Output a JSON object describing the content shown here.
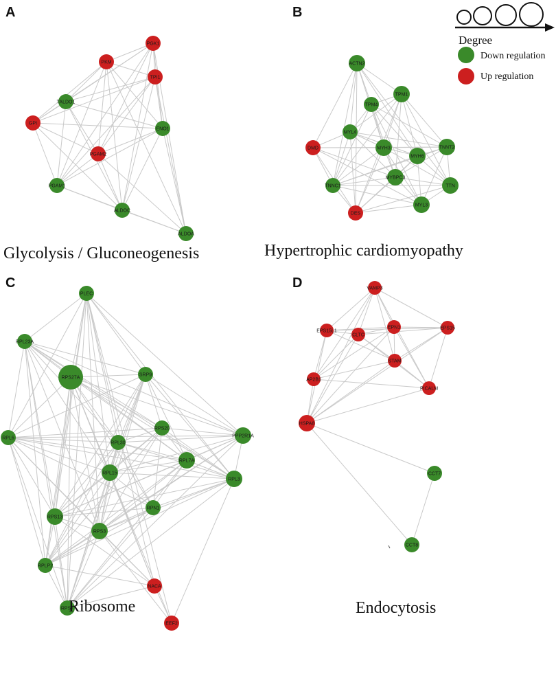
{
  "colors": {
    "down": "#3a8a2a",
    "up": "#cc1f1f",
    "edge": "#c9c9c9",
    "legend_outline": "#111111"
  },
  "legend": {
    "degree_label": "Degree",
    "down_label": "Down regulation",
    "up_label": "Up regulation"
  },
  "panels": [
    {
      "id": "A",
      "letter": "A",
      "title": "Glycolysis / Gluconeogenesis",
      "nodes": [
        {
          "name": "PGK1",
          "reg": "up"
        },
        {
          "name": "PKM",
          "reg": "up"
        },
        {
          "name": "TPI1",
          "reg": "up"
        },
        {
          "name": "TALDO1",
          "reg": "down"
        },
        {
          "name": "GPI",
          "reg": "up"
        },
        {
          "name": "ENO1",
          "reg": "down"
        },
        {
          "name": "PGAM2",
          "reg": "up"
        },
        {
          "name": "PGAM1",
          "reg": "down"
        },
        {
          "name": "ALDOC",
          "reg": "down"
        },
        {
          "name": "ALDOA",
          "reg": "down"
        }
      ],
      "edges": [
        [
          "PGK1",
          "PKM"
        ],
        [
          "PGK1",
          "TPI1"
        ],
        [
          "PGK1",
          "TALDO1"
        ],
        [
          "PGK1",
          "GPI"
        ],
        [
          "PGK1",
          "ENO1"
        ],
        [
          "PGK1",
          "PGAM2"
        ],
        [
          "PGK1",
          "PGAM1"
        ],
        [
          "PGK1",
          "ALDOC"
        ],
        [
          "PGK1",
          "ALDOA"
        ],
        [
          "PKM",
          "TPI1"
        ],
        [
          "PKM",
          "TALDO1"
        ],
        [
          "PKM",
          "GPI"
        ],
        [
          "PKM",
          "ENO1"
        ],
        [
          "PKM",
          "PGAM2"
        ],
        [
          "PKM",
          "PGAM1"
        ],
        [
          "PKM",
          "ALDOC"
        ],
        [
          "PKM",
          "ALDOA"
        ],
        [
          "TPI1",
          "TALDO1"
        ],
        [
          "TPI1",
          "GPI"
        ],
        [
          "TPI1",
          "ENO1"
        ],
        [
          "TPI1",
          "PGAM2"
        ],
        [
          "TPI1",
          "PGAM1"
        ],
        [
          "TPI1",
          "ALDOC"
        ],
        [
          "TPI1",
          "ALDOA"
        ],
        [
          "TALDO1",
          "GPI"
        ],
        [
          "TALDO1",
          "ENO1"
        ],
        [
          "TALDO1",
          "PGAM2"
        ],
        [
          "TALDO1",
          "PGAM1"
        ],
        [
          "TALDO1",
          "ALDOC"
        ],
        [
          "GPI",
          "ENO1"
        ],
        [
          "GPI",
          "PGAM2"
        ],
        [
          "GPI",
          "PGAM1"
        ],
        [
          "GPI",
          "ALDOC"
        ],
        [
          "ENO1",
          "PGAM2"
        ],
        [
          "ENO1",
          "PGAM1"
        ],
        [
          "ENO1",
          "ALDOC"
        ],
        [
          "ENO1",
          "ALDOA"
        ],
        [
          "PGAM2",
          "PGAM1"
        ],
        [
          "PGAM2",
          "ALDOC"
        ],
        [
          "PGAM2",
          "ALDOA"
        ],
        [
          "PGAM1",
          "ALDOC"
        ],
        [
          "PGAM1",
          "ALDOA"
        ],
        [
          "ALDOC",
          "ALDOA"
        ]
      ]
    },
    {
      "id": "B",
      "letter": "B",
      "title": "Hypertrophic cardiomyopathy",
      "nodes": [
        {
          "name": "ACTN2",
          "reg": "down"
        },
        {
          "name": "TPM1",
          "reg": "down"
        },
        {
          "name": "TPM4",
          "reg": "down"
        },
        {
          "name": "MYL4",
          "reg": "down"
        },
        {
          "name": "DMD",
          "reg": "up"
        },
        {
          "name": "MYH3",
          "reg": "down"
        },
        {
          "name": "MYH6",
          "reg": "down"
        },
        {
          "name": "TNNT2",
          "reg": "down"
        },
        {
          "name": "MYBPC3",
          "reg": "down"
        },
        {
          "name": "TNNC1",
          "reg": "down"
        },
        {
          "name": "TTN",
          "reg": "down"
        },
        {
          "name": "DES",
          "reg": "up"
        },
        {
          "name": "MYL3",
          "reg": "down"
        }
      ],
      "edges": [
        [
          "ACTN2",
          "TPM4"
        ],
        [
          "ACTN2",
          "MYL4"
        ],
        [
          "ACTN2",
          "DMD"
        ],
        [
          "ACTN2",
          "MYH3"
        ],
        [
          "ACTN2",
          "MYH6"
        ],
        [
          "ACTN2",
          "TNNC1"
        ],
        [
          "ACTN2",
          "DES"
        ],
        [
          "ACTN2",
          "TTN"
        ],
        [
          "ACTN2",
          "TPM1"
        ],
        [
          "TPM1",
          "TPM4"
        ],
        [
          "TPM1",
          "MYL4"
        ],
        [
          "TPM1",
          "MYH3"
        ],
        [
          "TPM1",
          "MYH6"
        ],
        [
          "TPM1",
          "TNNT2"
        ],
        [
          "TPM1",
          "MYBPC3"
        ],
        [
          "TPM1",
          "TNNC1"
        ],
        [
          "TPM1",
          "TTN"
        ],
        [
          "TPM1",
          "DES"
        ],
        [
          "TPM4",
          "MYL4"
        ],
        [
          "TPM4",
          "MYH3"
        ],
        [
          "TPM4",
          "MYH6"
        ],
        [
          "TPM4",
          "TNNT2"
        ],
        [
          "TPM4",
          "MYBPC3"
        ],
        [
          "TPM4",
          "TNNC1"
        ],
        [
          "TPM4",
          "MYL3"
        ],
        [
          "MYL4",
          "DMD"
        ],
        [
          "MYL4",
          "MYH3"
        ],
        [
          "MYL4",
          "MYH6"
        ],
        [
          "MYL4",
          "TNNT2"
        ],
        [
          "MYL4",
          "MYBPC3"
        ],
        [
          "MYL4",
          "TNNC1"
        ],
        [
          "MYL4",
          "DES"
        ],
        [
          "DMD",
          "MYH3"
        ],
        [
          "DMD",
          "TNNC1"
        ],
        [
          "DMD",
          "DES"
        ],
        [
          "DMD",
          "MYBPC3"
        ],
        [
          "DMD",
          "TNNT2"
        ],
        [
          "DMD",
          "MYL3"
        ],
        [
          "MYH3",
          "MYH6"
        ],
        [
          "MYH3",
          "TNNT2"
        ],
        [
          "MYH3",
          "MYBPC3"
        ],
        [
          "MYH3",
          "TNNC1"
        ],
        [
          "MYH3",
          "TTN"
        ],
        [
          "MYH3",
          "DES"
        ],
        [
          "MYH3",
          "MYL3"
        ],
        [
          "MYH6",
          "TNNT2"
        ],
        [
          "MYH6",
          "MYBPC3"
        ],
        [
          "MYH6",
          "TNNC1"
        ],
        [
          "MYH6",
          "TTN"
        ],
        [
          "MYH6",
          "MYL3"
        ],
        [
          "MYH6",
          "DES"
        ],
        [
          "TNNT2",
          "MYBPC3"
        ],
        [
          "TNNT2",
          "TTN"
        ],
        [
          "TNNT2",
          "MYL3"
        ],
        [
          "TNNT2",
          "TNNC1"
        ],
        [
          "MYBPC3",
          "TNNC1"
        ],
        [
          "MYBPC3",
          "TTN"
        ],
        [
          "MYBPC3",
          "DES"
        ],
        [
          "MYBPC3",
          "MYL3"
        ],
        [
          "TNNC1",
          "DES"
        ],
        [
          "TNNC1",
          "TTN"
        ],
        [
          "TNNC1",
          "MYL3"
        ],
        [
          "TTN",
          "MYL3"
        ],
        [
          "TTN",
          "DES"
        ],
        [
          "DES",
          "MYL3"
        ]
      ]
    },
    {
      "id": "C",
      "letter": "C",
      "title": "Ribosome",
      "nodes": [
        {
          "name": "PLEC",
          "reg": "down"
        },
        {
          "name": "RPL23A",
          "reg": "down"
        },
        {
          "name": "RPS27A",
          "reg": "down"
        },
        {
          "name": "SRP9",
          "reg": "down"
        },
        {
          "name": "RPS20",
          "reg": "down"
        },
        {
          "name": "PPP2R1A",
          "reg": "down"
        },
        {
          "name": "RPL6",
          "reg": "down"
        },
        {
          "name": "RPL30",
          "reg": "down"
        },
        {
          "name": "RPL7A",
          "reg": "down"
        },
        {
          "name": "RPL15",
          "reg": "down"
        },
        {
          "name": "RPL3",
          "reg": "down"
        },
        {
          "name": "RPN1",
          "reg": "down"
        },
        {
          "name": "RPS13",
          "reg": "down"
        },
        {
          "name": "RPS3",
          "reg": "down"
        },
        {
          "name": "RPLP2",
          "reg": "down"
        },
        {
          "name": "NACA",
          "reg": "up"
        },
        {
          "name": "RPS7",
          "reg": "down"
        },
        {
          "name": "EEF2",
          "reg": "up"
        }
      ],
      "edges": [
        [
          "PLEC",
          "RPL23A"
        ],
        [
          "PLEC",
          "RPS27A"
        ],
        [
          "PLEC",
          "SRP9"
        ],
        [
          "PLEC",
          "RPL6"
        ],
        [
          "PLEC",
          "RPL30"
        ],
        [
          "PLEC",
          "RPL15"
        ],
        [
          "PLEC",
          "RPS13"
        ],
        [
          "PLEC",
          "RPS3"
        ],
        [
          "PLEC",
          "RPLP2"
        ],
        [
          "PLEC",
          "RPS7"
        ],
        [
          "PLEC",
          "NACA"
        ],
        [
          "PLEC",
          "EEF2"
        ],
        [
          "PLEC",
          "PPP2R1A"
        ],
        [
          "PLEC",
          "RPL3"
        ],
        [
          "RPL23A",
          "RPS27A"
        ],
        [
          "RPL23A",
          "SRP9"
        ],
        [
          "RPL23A",
          "RPS20"
        ],
        [
          "RPL23A",
          "PPP2R1A"
        ],
        [
          "RPL23A",
          "RPL6"
        ],
        [
          "RPL23A",
          "RPL30"
        ],
        [
          "RPL23A",
          "RPL7A"
        ],
        [
          "RPL23A",
          "RPL15"
        ],
        [
          "RPL23A",
          "RPL3"
        ],
        [
          "RPL23A",
          "RPS13"
        ],
        [
          "RPL23A",
          "RPS3"
        ],
        [
          "RPL23A",
          "RPLP2"
        ],
        [
          "RPL23A",
          "RPS7"
        ],
        [
          "RPS27A",
          "SRP9"
        ],
        [
          "RPS27A",
          "RPS20"
        ],
        [
          "RPS27A",
          "PPP2R1A"
        ],
        [
          "RPS27A",
          "RPL6"
        ],
        [
          "RPS27A",
          "RPL30"
        ],
        [
          "RPS27A",
          "RPL7A"
        ],
        [
          "RPS27A",
          "RPL15"
        ],
        [
          "RPS27A",
          "RPL3"
        ],
        [
          "RPS27A",
          "RPN1"
        ],
        [
          "RPS27A",
          "RPS13"
        ],
        [
          "RPS27A",
          "RPS3"
        ],
        [
          "RPS27A",
          "RPLP2"
        ],
        [
          "RPS27A",
          "NACA"
        ],
        [
          "RPS27A",
          "RPS7"
        ],
        [
          "RPS27A",
          "EEF2"
        ],
        [
          "SRP9",
          "RPS20"
        ],
        [
          "SRP9",
          "PPP2R1A"
        ],
        [
          "SRP9",
          "RPL6"
        ],
        [
          "SRP9",
          "RPL30"
        ],
        [
          "SRP9",
          "RPL7A"
        ],
        [
          "SRP9",
          "RPL15"
        ],
        [
          "SRP9",
          "RPL3"
        ],
        [
          "SRP9",
          "RPS13"
        ],
        [
          "SRP9",
          "RPS3"
        ],
        [
          "SRP9",
          "RPLP2"
        ],
        [
          "SRP9",
          "RPS7"
        ],
        [
          "RPS20",
          "PPP2R1A"
        ],
        [
          "RPS20",
          "RPL6"
        ],
        [
          "RPS20",
          "RPL30"
        ],
        [
          "RPS20",
          "RPL7A"
        ],
        [
          "RPS20",
          "RPL15"
        ],
        [
          "RPS20",
          "RPL3"
        ],
        [
          "RPS20",
          "RPN1"
        ],
        [
          "RPS20",
          "RPS13"
        ],
        [
          "RPS20",
          "RPS3"
        ],
        [
          "RPS20",
          "RPLP2"
        ],
        [
          "PPP2R1A",
          "RPL6"
        ],
        [
          "PPP2R1A",
          "RPL30"
        ],
        [
          "PPP2R1A",
          "RPL7A"
        ],
        [
          "PPP2R1A",
          "RPL15"
        ],
        [
          "PPP2R1A",
          "RPL3"
        ],
        [
          "PPP2R1A",
          "RPS13"
        ],
        [
          "PPP2R1A",
          "RPS3"
        ],
        [
          "PPP2R1A",
          "RPLP2"
        ],
        [
          "PPP2R1A",
          "RPS7"
        ],
        [
          "RPL6",
          "RPL30"
        ],
        [
          "RPL6",
          "RPL7A"
        ],
        [
          "RPL6",
          "RPL15"
        ],
        [
          "RPL6",
          "RPL3"
        ],
        [
          "RPL6",
          "RPN1"
        ],
        [
          "RPL6",
          "RPS13"
        ],
        [
          "RPL6",
          "RPS3"
        ],
        [
          "RPL6",
          "RPLP2"
        ],
        [
          "RPL6",
          "RPS7"
        ],
        [
          "RPL6",
          "NACA"
        ],
        [
          "RPL30",
          "RPL7A"
        ],
        [
          "RPL30",
          "RPL15"
        ],
        [
          "RPL30",
          "RPL3"
        ],
        [
          "RPL30",
          "RPN1"
        ],
        [
          "RPL30",
          "RPS13"
        ],
        [
          "RPL30",
          "RPS3"
        ],
        [
          "RPL30",
          "RPLP2"
        ],
        [
          "RPL30",
          "RPS7"
        ],
        [
          "RPL7A",
          "RPL15"
        ],
        [
          "RPL7A",
          "RPL3"
        ],
        [
          "RPL7A",
          "RPN1"
        ],
        [
          "RPL7A",
          "RPS13"
        ],
        [
          "RPL7A",
          "RPS3"
        ],
        [
          "RPL7A",
          "RPLP2"
        ],
        [
          "RPL7A",
          "RPS7"
        ],
        [
          "RPL15",
          "RPL3"
        ],
        [
          "RPL15",
          "RPN1"
        ],
        [
          "RPL15",
          "RPS13"
        ],
        [
          "RPL15",
          "RPS3"
        ],
        [
          "RPL15",
          "RPLP2"
        ],
        [
          "RPL15",
          "RPS7"
        ],
        [
          "RPL15",
          "NACA"
        ],
        [
          "RPL3",
          "RPN1"
        ],
        [
          "RPL3",
          "RPS13"
        ],
        [
          "RPL3",
          "RPS3"
        ],
        [
          "RPL3",
          "RPLP2"
        ],
        [
          "RPL3",
          "RPS7"
        ],
        [
          "RPL3",
          "EEF2"
        ],
        [
          "RPN1",
          "RPS13"
        ],
        [
          "RPN1",
          "RPS3"
        ],
        [
          "RPN1",
          "RPLP2"
        ],
        [
          "RPN1",
          "RPS7"
        ],
        [
          "RPS13",
          "RPS3"
        ],
        [
          "RPS13",
          "RPLP2"
        ],
        [
          "RPS13",
          "RPS7"
        ],
        [
          "RPS13",
          "NACA"
        ],
        [
          "RPS3",
          "RPLP2"
        ],
        [
          "RPS3",
          "RPS7"
        ],
        [
          "RPS3",
          "NACA"
        ],
        [
          "RPS3",
          "EEF2"
        ],
        [
          "RPLP2",
          "RPS7"
        ],
        [
          "RPLP2",
          "NACA"
        ],
        [
          "RPS7",
          "NACA"
        ],
        [
          "NACA",
          "EEF2"
        ]
      ]
    },
    {
      "id": "D",
      "letter": "D",
      "title": "Endocytosis",
      "nodes": [
        {
          "name": "VAMP3",
          "reg": "up"
        },
        {
          "name": "EPS15L1",
          "reg": "up"
        },
        {
          "name": "CLTC",
          "reg": "up"
        },
        {
          "name": "EPN1",
          "reg": "up"
        },
        {
          "name": "EPS15",
          "reg": "up"
        },
        {
          "name": "STAM",
          "reg": "up"
        },
        {
          "name": "AP2B1",
          "reg": "up"
        },
        {
          "name": "PICALM",
          "reg": "up"
        },
        {
          "name": "HSPA8",
          "reg": "up"
        },
        {
          "name": "CCT7",
          "reg": "down"
        },
        {
          "name": "CCT8",
          "reg": "down"
        }
      ],
      "edges": [
        [
          "VAMP3",
          "EPS15L1"
        ],
        [
          "VAMP3",
          "CLTC"
        ],
        [
          "VAMP3",
          "EPN1"
        ],
        [
          "VAMP3",
          "EPS15"
        ],
        [
          "VAMP3",
          "STAM"
        ],
        [
          "VAMP3",
          "AP2B1"
        ],
        [
          "VAMP3",
          "PICALM"
        ],
        [
          "VAMP3",
          "HSPA8"
        ],
        [
          "EPS15L1",
          "CLTC"
        ],
        [
          "EPS15L1",
          "EPN1"
        ],
        [
          "EPS15L1",
          "EPS15"
        ],
        [
          "EPS15L1",
          "STAM"
        ],
        [
          "EPS15L1",
          "AP2B1"
        ],
        [
          "EPS15L1",
          "HSPA8"
        ],
        [
          "CLTC",
          "EPN1"
        ],
        [
          "CLTC",
          "EPS15"
        ],
        [
          "CLTC",
          "STAM"
        ],
        [
          "CLTC",
          "AP2B1"
        ],
        [
          "CLTC",
          "PICALM"
        ],
        [
          "CLTC",
          "HSPA8"
        ],
        [
          "EPN1",
          "EPS15"
        ],
        [
          "EPN1",
          "STAM"
        ],
        [
          "EPN1",
          "AP2B1"
        ],
        [
          "EPN1",
          "PICALM"
        ],
        [
          "EPN1",
          "HSPA8"
        ],
        [
          "EPS15",
          "STAM"
        ],
        [
          "EPS15",
          "PICALM"
        ],
        [
          "EPS15",
          "HSPA8"
        ],
        [
          "STAM",
          "AP2B1"
        ],
        [
          "STAM",
          "HSPA8"
        ],
        [
          "STAM",
          "PICALM"
        ],
        [
          "AP2B1",
          "HSPA8"
        ],
        [
          "AP2B1",
          "PICALM"
        ],
        [
          "PICALM",
          "HSPA8"
        ],
        [
          "HSPA8",
          "CCT7"
        ],
        [
          "HSPA8",
          "CCT8"
        ],
        [
          "CCT7",
          "CCT8"
        ]
      ]
    }
  ]
}
